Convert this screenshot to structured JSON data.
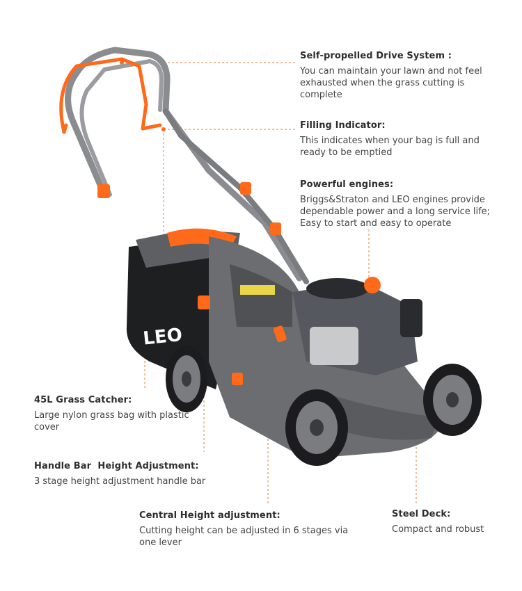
{
  "features": {
    "drive": {
      "title": "Self-propelled Drive System :",
      "desc": "You can maintain your lawn and not feel exhausted when the grass cutting is complete"
    },
    "filling": {
      "title": "Filling Indicator:",
      "desc": "This indicates when your bag is full and ready to be emptied"
    },
    "engine": {
      "title": "Powerful engines:",
      "desc": "Briggs&Straton and LEO engines provide dependable power and a long service life; Easy to start and easy to operate"
    },
    "catcher": {
      "title": "45L Grass Catcher:",
      "desc": "Large nylon grass bag with plastic cover"
    },
    "handle": {
      "title": "Handle Bar  Height Adjustment:",
      "desc": "3 stage height adjustment handle bar"
    },
    "height": {
      "title": "Central Height adjustment:",
      "desc": "Cutting height can be adjusted in 6 stages via one lever"
    },
    "deck": {
      "title": "Steel Deck:",
      "desc": "Compact and robust"
    }
  },
  "product": {
    "brand_logo": "LEO"
  },
  "colors": {
    "accent": "#ff6a1a",
    "body_gray": "#6b6d70",
    "dark_gray": "#3f4144",
    "leader_line": "#f07a3a"
  }
}
